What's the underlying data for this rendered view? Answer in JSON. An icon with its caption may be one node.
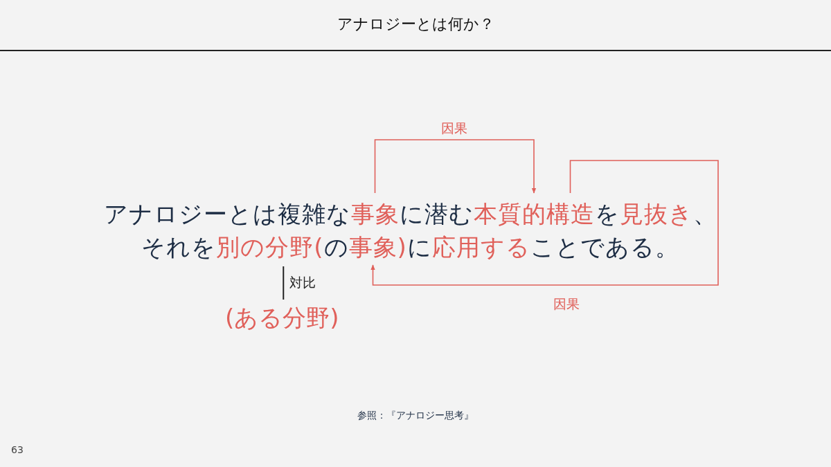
{
  "diagram": {
    "title": "アナロジーとは何か？",
    "nodes": [
      {
        "text": [
          "事象"
        ]
      },
      {
        "text": [
          "本質的構造"
        ]
      },
      {
        "text": [
          "別の分野"
        ]
      },
      {
        "text": [
          "事象"
        ]
      },
      {
        "text": [
          "(ある分野)"
        ]
      }
    ],
    "edges": [
      {
        "from": 0,
        "to": 1,
        "arrow": "to",
        "label": "因果"
      },
      {
        "from": 1,
        "to": 3,
        "arrow": "to",
        "label": "因果"
      },
      {
        "from": 2,
        "to": 4,
        "arrow": "none",
        "label": "対比",
        "color": "#222222"
      }
    ],
    "labels": [
      "アナロジーとは複雑な",
      "に潜む",
      "を",
      "見抜き",
      "、",
      "それを",
      "(",
      "の",
      ")",
      "に",
      "応用する",
      "ことである。",
      "参照：『アナロジー思考』",
      "63"
    ]
  }
}
